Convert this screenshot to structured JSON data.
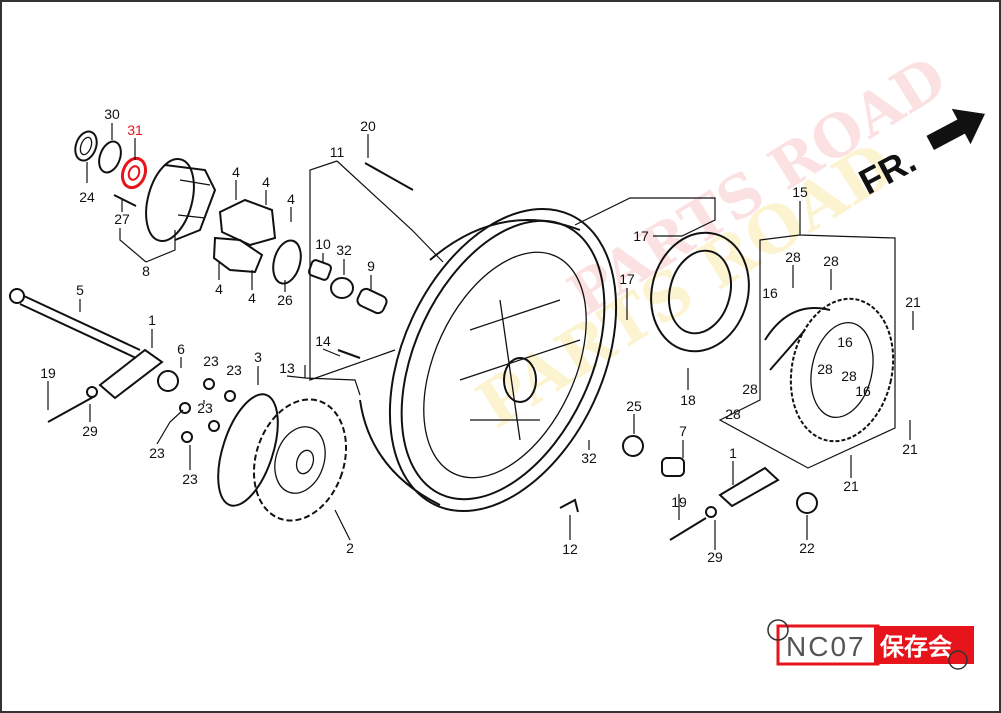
{
  "diagram": {
    "direction_label": "FR.",
    "watermark": "PARTS ROAD",
    "highlight_color": "#e8141b",
    "logo": {
      "left": "NC07",
      "right": "保存会"
    },
    "parts": [
      "30",
      "31",
      "24",
      "27",
      "8",
      "4",
      "4",
      "4",
      "4",
      "4",
      "26",
      "10",
      "32",
      "9",
      "11",
      "20",
      "5",
      "1",
      "6",
      "19",
      "29",
      "23",
      "23",
      "3",
      "23",
      "23",
      "23",
      "14",
      "13",
      "2",
      "17",
      "17",
      "25",
      "18",
      "32",
      "12",
      "7",
      "1",
      "19",
      "29",
      "22",
      "15",
      "28",
      "28",
      "16",
      "21",
      "16",
      "28",
      "28",
      "28",
      "16",
      "28",
      "21",
      "21"
    ],
    "highlighted_part": "31"
  }
}
